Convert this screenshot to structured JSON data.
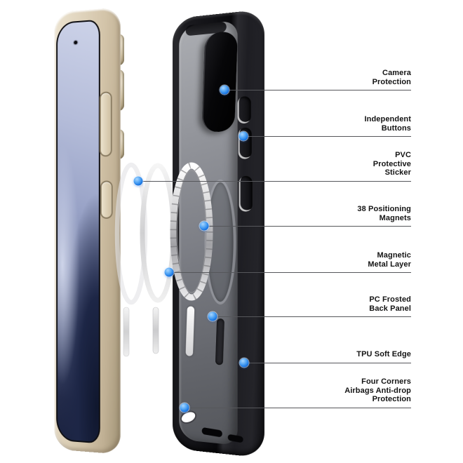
{
  "diagram": {
    "type": "product-feature-callout-diagram",
    "subject": "Magnetic frosted phone case exploded view beside phone",
    "background_color": "#ffffff",
    "accent_blue": "#1673e2",
    "callout_line_color": "#56575b",
    "label_text_color": "#141414",
    "phone_frame_color": "#d3c4a9",
    "case_frame_color": "#121216",
    "frosted_panel_color": "#7d7f86"
  },
  "features": [
    {
      "id": "camera-protection",
      "label": "Camera\nProtection"
    },
    {
      "id": "independent-buttons",
      "label": "Independent\nButtons"
    },
    {
      "id": "pvc-protective-sticker",
      "label": "PVC\nProtective\nSticker"
    },
    {
      "id": "positioning-magnets",
      "label": "38 Positioning\nMagnets"
    },
    {
      "id": "magnetic-metal-layer",
      "label": "Magnetic\nMetal Layer"
    },
    {
      "id": "pc-frosted-back-panel",
      "label": "PC Frosted\nBack Panel"
    },
    {
      "id": "tpu-soft-edge",
      "label": "TPU Soft Edge"
    },
    {
      "id": "four-corners-airbags",
      "label": "Four Corners\nAirbags Anti-drop\nProtection"
    }
  ]
}
